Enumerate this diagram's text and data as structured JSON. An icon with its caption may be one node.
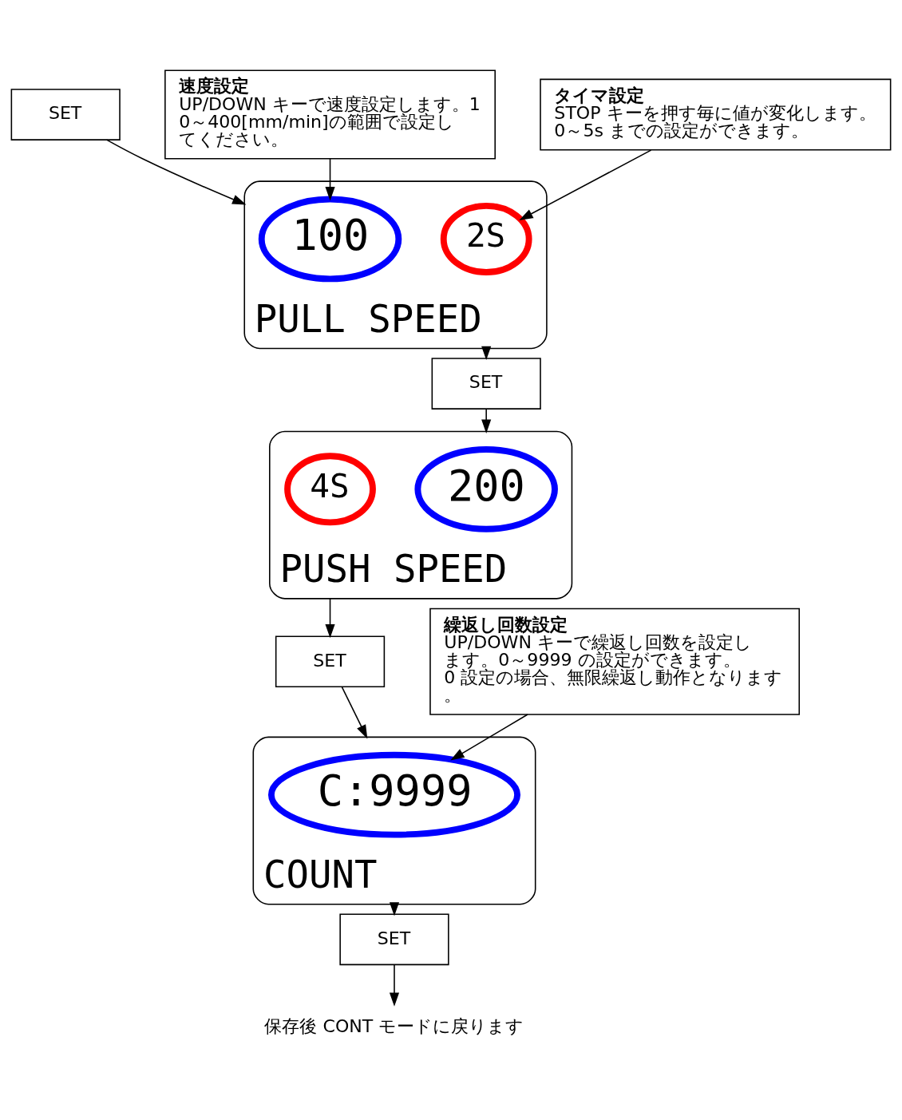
{
  "diagram": {
    "nodes": [
      {
        "text": [
          "SET"
        ]
      },
      {
        "text": [
          "PULL SPEED"
        ]
      },
      {
        "text": [
          "100"
        ],
        "in": 1
      },
      {
        "text": [
          "2S"
        ],
        "in": 1
      },
      {
        "text": [
          "SET"
        ]
      },
      {
        "text": [
          "PUSH SPEED"
        ]
      },
      {
        "text": [
          "200"
        ],
        "in": 5
      },
      {
        "text": [
          "4S"
        ],
        "in": 5
      },
      {
        "text": [
          "SET"
        ]
      },
      {
        "text": [
          "COUNT"
        ]
      },
      {
        "text": [
          "C:9999"
        ],
        "in": 9
      },
      {
        "text": [
          "SET"
        ]
      },
      {
        "text": [
          "保存後 CONT モードに戻ります"
        ]
      },
      {
        "text": [
          "速度設定",
          "UP/DOWN キーで速度設定します。10～400[mm/min]の範囲で設定してください。"
        ]
      },
      {
        "text": [
          "タイマ設定",
          "STOP キーを押す毎に値が変化します。",
          "0～5s までの設定ができます。"
        ]
      },
      {
        "text": [
          "繰返し回数設定",
          "UP/DOWN キーで繰返し回数を設定します。0～9999 の設定ができます。",
          "0 設定の場合、無限繰返し動作となります。"
        ]
      }
    ],
    "edges": [
      {
        "from": 0,
        "to": 1,
        "arrow": "to"
      },
      {
        "from": 1,
        "to": 4,
        "arrow": "to"
      },
      {
        "from": 4,
        "to": 5,
        "arrow": "to"
      },
      {
        "from": 5,
        "to": 8,
        "arrow": "to"
      },
      {
        "from": 8,
        "to": 9,
        "arrow": "to"
      },
      {
        "from": 9,
        "to": 11,
        "arrow": "to"
      },
      {
        "from": 11,
        "to": 12,
        "arrow": "to"
      },
      {
        "from": 13,
        "to": 2,
        "arrow": "to"
      },
      {
        "from": 14,
        "to": 3,
        "arrow": "to"
      },
      {
        "from": 15,
        "to": 10,
        "arrow": "to"
      }
    ]
  }
}
